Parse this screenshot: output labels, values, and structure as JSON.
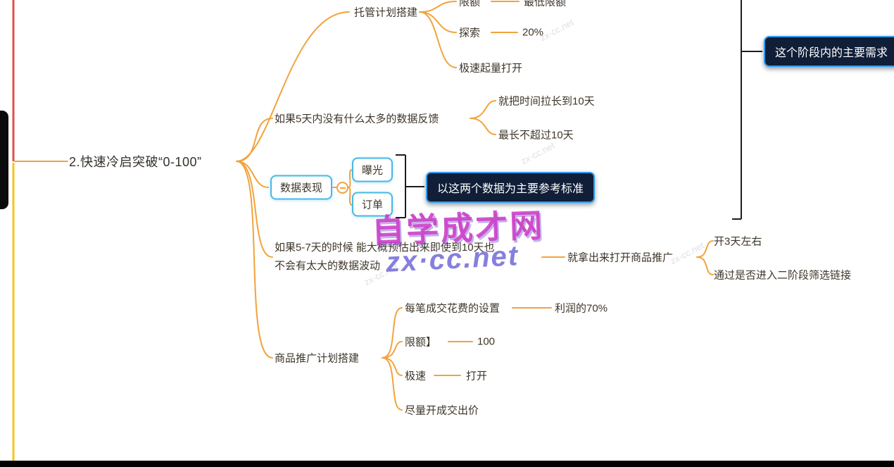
{
  "root": {
    "label": "2.快速冷启突破“0-100”"
  },
  "branch_hosting": {
    "label": "托管计划搭建",
    "limit": {
      "label": "限额",
      "value": "最低限额"
    },
    "explore": {
      "label": "探索",
      "value": "20%"
    },
    "fast_start": {
      "label": "极速起量打开"
    }
  },
  "branch_feedback": {
    "label": "如果5天内没有什么太多的数据反馈",
    "extend": {
      "label": "就把时间拉长到10天"
    },
    "max": {
      "label": "最长不超过10天"
    }
  },
  "branch_data": {
    "label": "数据表现",
    "exposure": {
      "label": "曝光"
    },
    "orders": {
      "label": "订单"
    },
    "summary": {
      "label": "以这两个数据为主要参考标准"
    }
  },
  "branch_estimate": {
    "label": "如果5-7天的时候 能大概预估出来即使到10天也\n不会有太大的数据波动",
    "action": {
      "label": "就拿出来打开商品推广"
    },
    "open_days": {
      "label": "开3天左右"
    },
    "stage2": {
      "label": "通过是否进入二阶段筛选链接"
    }
  },
  "branch_promo": {
    "label": "商品推广计划搭建",
    "cost": {
      "label": "每笔成交花费的设置",
      "value": "利润的70%"
    },
    "limit": {
      "label": "限额】",
      "value": "100"
    },
    "speed": {
      "label": "极速",
      "value": "打开"
    },
    "bid": {
      "label": "尽量开成交出价"
    }
  },
  "callout_right": {
    "label": "这个阶段内的主要需求"
  },
  "watermark": {
    "line1": "自学成才网",
    "line2": "zx·cc.net",
    "diagonal": "zx-cc.net"
  },
  "colors": {
    "branch_line": "#f2a33c",
    "red_line": "#e0504a",
    "yellow_line": "#f6c51e",
    "topic_box_border": "#45b9e8",
    "callout_bg": "#101e38",
    "callout_border": "#2f9df0",
    "text": "#3e362a"
  }
}
